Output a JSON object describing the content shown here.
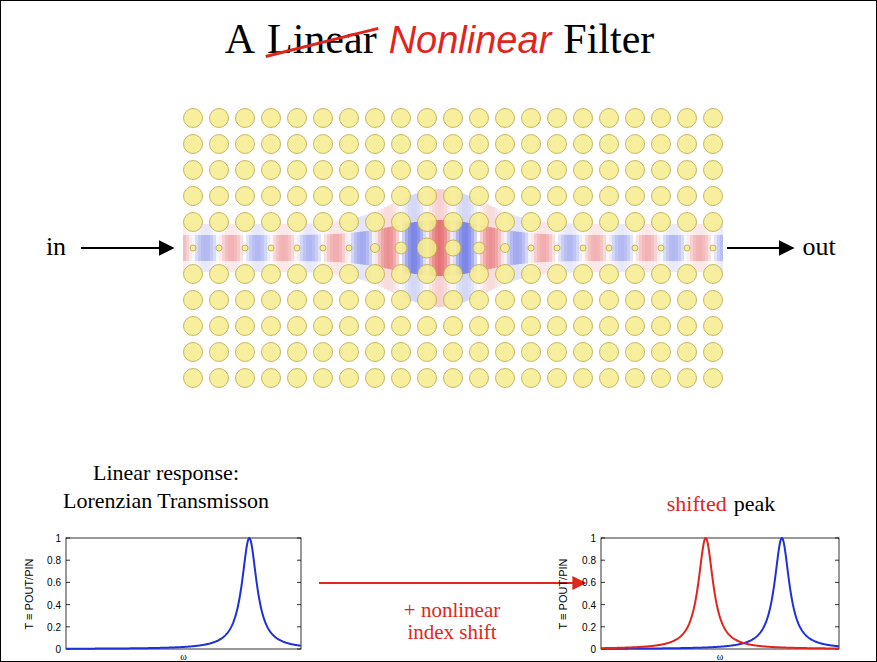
{
  "diagram": {
    "labels": [
      "A",
      "Linear",
      "Nonlinear",
      "Filter",
      "in",
      "out",
      "Linear response:",
      "Lorenzian Transmisson",
      "shifted",
      "peak",
      "+ nonlinear index shift",
      "0",
      "0.2",
      "0.4",
      "0.6",
      "0.8",
      "1",
      "T ≡ POUT/PIN",
      "ω",
      "0",
      "0.2",
      "0.4",
      "0.6",
      "0.8",
      "1",
      "T ≡ POUT/PIN",
      "ω"
    ]
  }
}
